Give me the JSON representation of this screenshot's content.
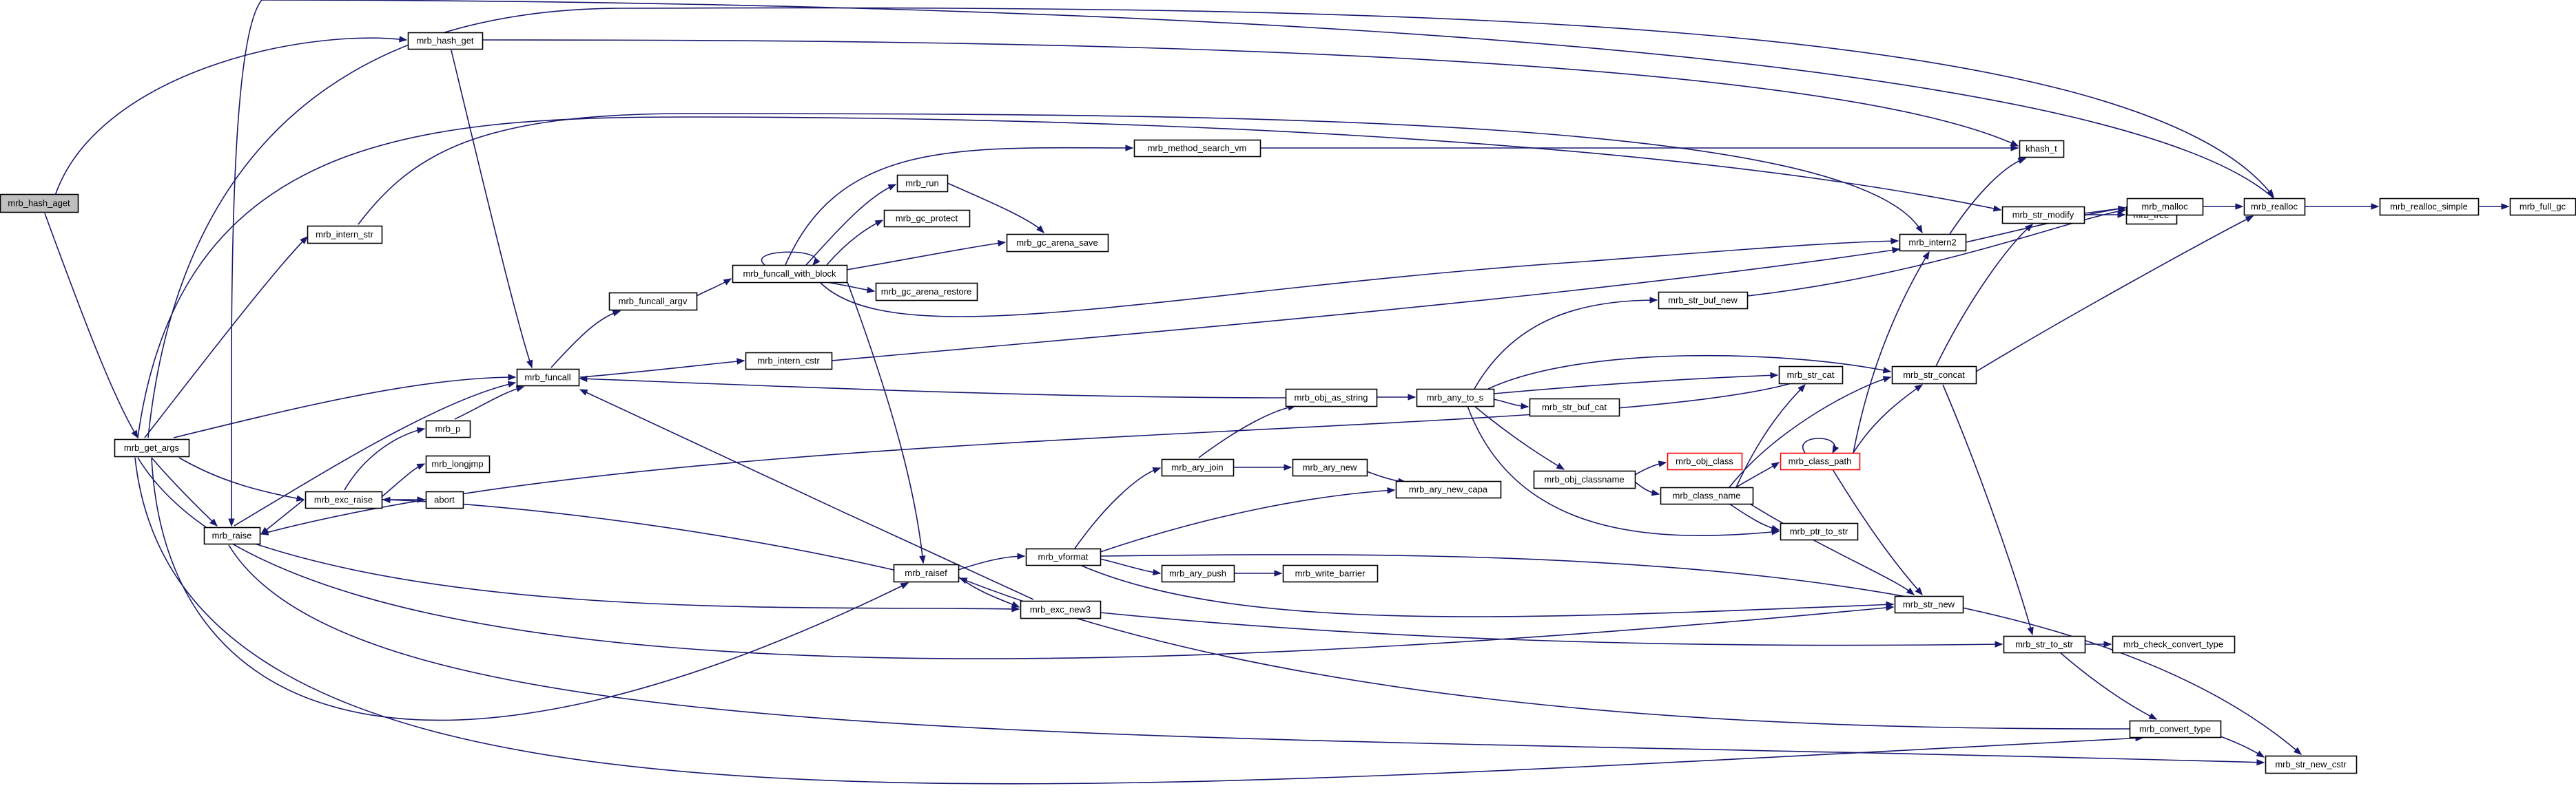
{
  "graph": {
    "edge_color": "#191970",
    "highlight_color": "#bfbfbf",
    "missing_color": "#ff0000",
    "nodes": [
      {
        "id": "mrb_hash_aget",
        "label": "mrb_hash_aget",
        "style": "root"
      },
      {
        "id": "mrb_hash_get",
        "label": "mrb_hash_get"
      },
      {
        "id": "mrb_get_args",
        "label": "mrb_get_args"
      },
      {
        "id": "mrb_intern_str",
        "label": "mrb_intern_str"
      },
      {
        "id": "mrb_raise",
        "label": "mrb_raise"
      },
      {
        "id": "mrb_funcall",
        "label": "mrb_funcall"
      },
      {
        "id": "mrb_p",
        "label": "mrb_p"
      },
      {
        "id": "mrb_exc_raise",
        "label": "mrb_exc_raise"
      },
      {
        "id": "mrb_longjmp",
        "label": "mrb_longjmp"
      },
      {
        "id": "abort",
        "label": "abort"
      },
      {
        "id": "mrb_funcall_argv",
        "label": "mrb_funcall_argv"
      },
      {
        "id": "mrb_funcall_with_block",
        "label": "mrb_funcall_with_block"
      },
      {
        "id": "mrb_intern_cstr",
        "label": "mrb_intern_cstr"
      },
      {
        "id": "mrb_run",
        "label": "mrb_run"
      },
      {
        "id": "mrb_gc_protect",
        "label": "mrb_gc_protect"
      },
      {
        "id": "mrb_gc_arena_save",
        "label": "mrb_gc_arena_save"
      },
      {
        "id": "mrb_gc_arena_restore",
        "label": "mrb_gc_arena_restore"
      },
      {
        "id": "mrb_method_search_vm",
        "label": "mrb_method_search_vm"
      },
      {
        "id": "mrb_raisef",
        "label": "mrb_raisef"
      },
      {
        "id": "mrb_vformat",
        "label": "mrb_vformat"
      },
      {
        "id": "mrb_exc_new3",
        "label": "mrb_exc_new3"
      },
      {
        "id": "mrb_ary_join",
        "label": "mrb_ary_join"
      },
      {
        "id": "mrb_ary_new",
        "label": "mrb_ary_new"
      },
      {
        "id": "mrb_ary_new_capa",
        "label": "mrb_ary_new_capa"
      },
      {
        "id": "mrb_ary_push",
        "label": "mrb_ary_push"
      },
      {
        "id": "mrb_write_barrier",
        "label": "mrb_write_barrier"
      },
      {
        "id": "mrb_obj_as_string",
        "label": "mrb_obj_as_string"
      },
      {
        "id": "mrb_any_to_s",
        "label": "mrb_any_to_s"
      },
      {
        "id": "mrb_str_buf_new",
        "label": "mrb_str_buf_new"
      },
      {
        "id": "mrb_str_buf_cat",
        "label": "mrb_str_buf_cat"
      },
      {
        "id": "mrb_obj_classname",
        "label": "mrb_obj_classname"
      },
      {
        "id": "mrb_obj_class",
        "label": "mrb_obj_class",
        "style": "red"
      },
      {
        "id": "mrb_class_name",
        "label": "mrb_class_name"
      },
      {
        "id": "mrb_class_path",
        "label": "mrb_class_path",
        "style": "red"
      },
      {
        "id": "mrb_ptr_to_str",
        "label": "mrb_ptr_to_str"
      },
      {
        "id": "mrb_str_cat",
        "label": "mrb_str_cat"
      },
      {
        "id": "mrb_str_concat",
        "label": "mrb_str_concat"
      },
      {
        "id": "mrb_str_new",
        "label": "mrb_str_new"
      },
      {
        "id": "mrb_intern2",
        "label": "mrb_intern2"
      },
      {
        "id": "khash_t",
        "label": "khash_t"
      },
      {
        "id": "mrb_str_modify",
        "label": "mrb_str_modify"
      },
      {
        "id": "mrb_free",
        "label": "mrb_free"
      },
      {
        "id": "mrb_malloc",
        "label": "mrb_malloc"
      },
      {
        "id": "mrb_realloc",
        "label": "mrb_realloc"
      },
      {
        "id": "mrb_realloc_simple",
        "label": "mrb_realloc_simple"
      },
      {
        "id": "mrb_full_gc",
        "label": "mrb_full_gc"
      },
      {
        "id": "mrb_str_to_str",
        "label": "mrb_str_to_str"
      },
      {
        "id": "mrb_check_convert_type",
        "label": "mrb_check_convert_type"
      },
      {
        "id": "mrb_convert_type",
        "label": "mrb_convert_type"
      },
      {
        "id": "mrb_str_new_cstr",
        "label": "mrb_str_new_cstr"
      }
    ],
    "edges": [
      {
        "from": "mrb_hash_aget",
        "to": "mrb_hash_get"
      },
      {
        "from": "mrb_hash_aget",
        "to": "mrb_get_args"
      },
      {
        "from": "mrb_hash_get",
        "to": "mrb_funcall"
      },
      {
        "from": "mrb_hash_get",
        "to": "khash_t"
      },
      {
        "from": "mrb_get_args",
        "to": "mrb_intern_str"
      },
      {
        "from": "mrb_get_args",
        "to": "mrb_funcall"
      },
      {
        "from": "mrb_get_args",
        "to": "mrb_raise"
      },
      {
        "from": "mrb_get_args",
        "to": "mrb_exc_raise"
      },
      {
        "from": "mrb_get_args",
        "to": "mrb_raisef"
      },
      {
        "from": "mrb_get_args",
        "to": "mrb_str_modify"
      },
      {
        "from": "mrb_get_args",
        "to": "mrb_str_new"
      },
      {
        "from": "mrb_get_args",
        "to": "mrb_convert_type"
      },
      {
        "from": "mrb_get_args",
        "to": "mrb_realloc"
      },
      {
        "from": "mrb_intern_str",
        "to": "mrb_intern2"
      },
      {
        "from": "mrb_raise",
        "to": "mrb_funcall"
      },
      {
        "from": "mrb_raise",
        "to": "mrb_exc_new3"
      },
      {
        "from": "mrb_raise",
        "to": "mrb_str_new_cstr"
      },
      {
        "from": "mrb_funcall",
        "to": "mrb_funcall_argv"
      },
      {
        "from": "mrb_funcall",
        "to": "mrb_intern_cstr"
      },
      {
        "from": "mrb_p",
        "to": "mrb_funcall"
      },
      {
        "from": "mrb_exc_raise",
        "to": "mrb_p"
      },
      {
        "from": "mrb_exc_raise",
        "to": "mrb_longjmp"
      },
      {
        "from": "mrb_exc_raise",
        "to": "abort"
      },
      {
        "from": "mrb_exc_raise",
        "to": "mrb_raise"
      },
      {
        "from": "mrb_funcall_argv",
        "to": "mrb_funcall_with_block"
      },
      {
        "from": "mrb_funcall_with_block",
        "to": "mrb_funcall_with_block"
      },
      {
        "from": "mrb_funcall_with_block",
        "to": "mrb_run"
      },
      {
        "from": "mrb_funcall_with_block",
        "to": "mrb_gc_protect"
      },
      {
        "from": "mrb_funcall_with_block",
        "to": "mrb_gc_arena_save"
      },
      {
        "from": "mrb_funcall_with_block",
        "to": "mrb_gc_arena_restore"
      },
      {
        "from": "mrb_funcall_with_block",
        "to": "mrb_method_search_vm"
      },
      {
        "from": "mrb_funcall_with_block",
        "to": "mrb_intern2"
      },
      {
        "from": "mrb_funcall_with_block",
        "to": "mrb_raisef"
      },
      {
        "from": "mrb_run",
        "to": "mrb_gc_arena_save"
      },
      {
        "from": "mrb_method_search_vm",
        "to": "khash_t"
      },
      {
        "from": "mrb_intern_cstr",
        "to": "mrb_intern2"
      },
      {
        "from": "mrb_raisef",
        "to": "mrb_vformat"
      },
      {
        "from": "mrb_raisef",
        "to": "mrb_exc_new3"
      },
      {
        "from": "mrb_raisef",
        "to": "mrb_exc_raise"
      },
      {
        "from": "mrb_vformat",
        "to": "mrb_ary_join"
      },
      {
        "from": "mrb_vformat",
        "to": "mrb_ary_new_capa"
      },
      {
        "from": "mrb_vformat",
        "to": "mrb_ary_push"
      },
      {
        "from": "mrb_vformat",
        "to": "mrb_str_new"
      },
      {
        "from": "mrb_vformat",
        "to": "mrb_str_new_cstr"
      },
      {
        "from": "mrb_exc_new3",
        "to": "mrb_funcall"
      },
      {
        "from": "mrb_exc_new3",
        "to": "mrb_str_to_str"
      },
      {
        "from": "mrb_ary_join",
        "to": "mrb_ary_new"
      },
      {
        "from": "mrb_ary_join",
        "to": "mrb_obj_as_string"
      },
      {
        "from": "mrb_ary_new",
        "to": "mrb_ary_new_capa"
      },
      {
        "from": "mrb_ary_push",
        "to": "mrb_write_barrier"
      },
      {
        "from": "mrb_obj_as_string",
        "to": "mrb_funcall"
      },
      {
        "from": "mrb_obj_as_string",
        "to": "mrb_any_to_s"
      },
      {
        "from": "mrb_any_to_s",
        "to": "mrb_str_buf_new"
      },
      {
        "from": "mrb_any_to_s",
        "to": "mrb_str_buf_cat"
      },
      {
        "from": "mrb_any_to_s",
        "to": "mrb_str_cat"
      },
      {
        "from": "mrb_any_to_s",
        "to": "mrb_str_concat"
      },
      {
        "from": "mrb_any_to_s",
        "to": "mrb_obj_classname"
      },
      {
        "from": "mrb_any_to_s",
        "to": "mrb_ptr_to_str"
      },
      {
        "from": "mrb_obj_classname",
        "to": "mrb_obj_class"
      },
      {
        "from": "mrb_obj_classname",
        "to": "mrb_class_name"
      },
      {
        "from": "mrb_class_name",
        "to": "mrb_class_path"
      },
      {
        "from": "mrb_class_name",
        "to": "mrb_str_cat"
      },
      {
        "from": "mrb_class_name",
        "to": "mrb_str_concat"
      },
      {
        "from": "mrb_class_name",
        "to": "mrb_ptr_to_str"
      },
      {
        "from": "mrb_class_name",
        "to": "mrb_str_new"
      },
      {
        "from": "mrb_class_path",
        "to": "mrb_class_path"
      },
      {
        "from": "mrb_class_path",
        "to": "mrb_intern2"
      },
      {
        "from": "mrb_class_path",
        "to": "mrb_str_new"
      },
      {
        "from": "mrb_class_path",
        "to": "mrb_str_concat"
      },
      {
        "from": "mrb_str_cat",
        "to": "mrb_raise"
      },
      {
        "from": "mrb_str_buf_new",
        "to": "mrb_malloc"
      },
      {
        "from": "mrb_str_concat",
        "to": "mrb_str_modify"
      },
      {
        "from": "mrb_str_concat",
        "to": "mrb_realloc"
      },
      {
        "from": "mrb_str_concat",
        "to": "mrb_str_to_str"
      },
      {
        "from": "mrb_intern2",
        "to": "khash_t"
      },
      {
        "from": "mrb_intern2",
        "to": "mrb_malloc"
      },
      {
        "from": "mrb_str_modify",
        "to": "mrb_free"
      },
      {
        "from": "mrb_str_modify",
        "to": "mrb_malloc"
      },
      {
        "from": "mrb_malloc",
        "to": "mrb_realloc"
      },
      {
        "from": "mrb_realloc",
        "to": "mrb_realloc_simple"
      },
      {
        "from": "mrb_realloc",
        "to": "mrb_raise"
      },
      {
        "from": "mrb_realloc_simple",
        "to": "mrb_full_gc"
      },
      {
        "from": "mrb_str_to_str",
        "to": "mrb_check_convert_type"
      },
      {
        "from": "mrb_str_to_str",
        "to": "mrb_convert_type"
      },
      {
        "from": "mrb_convert_type",
        "to": "mrb_raisef"
      },
      {
        "from": "mrb_convert_type",
        "to": "mrb_str_new_cstr"
      }
    ]
  }
}
